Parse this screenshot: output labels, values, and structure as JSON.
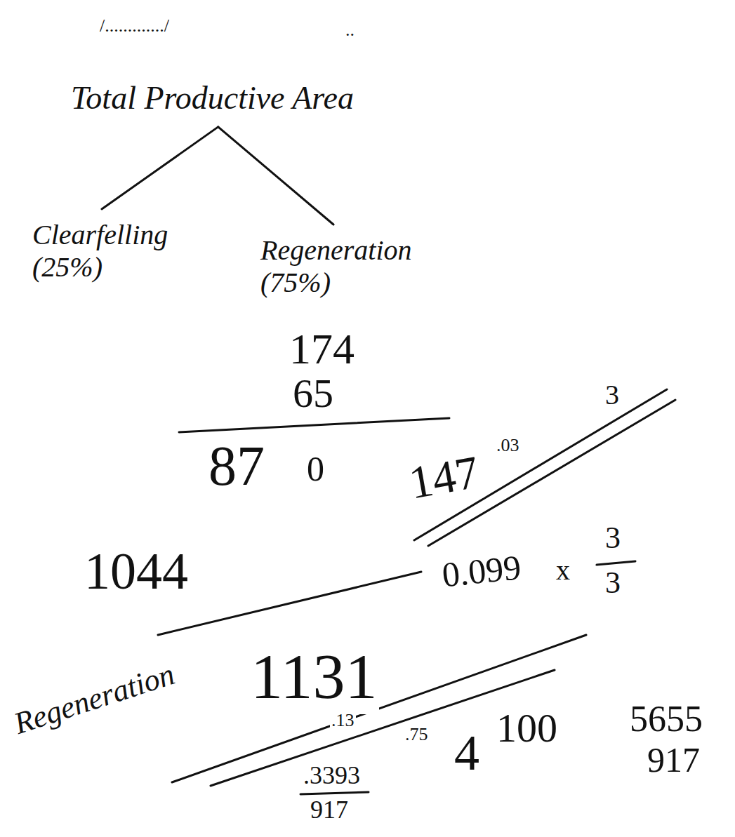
{
  "diagram": {
    "nodes": [
      {
        "text": [
          "Total Productive Area"
        ]
      },
      {
        "text": [
          "Clearfelling (25%)"
        ]
      },
      {
        "text": [
          "Regeneration (75%)"
        ]
      }
    ],
    "edges": [
      {
        "from": 0,
        "to": 1,
        "arrow": "none"
      },
      {
        "from": 0,
        "to": 2,
        "arrow": "none"
      }
    ],
    "labels": [
      "/............./",
      "..",
      "174",
      "65",
      "87",
      "0",
      "147",
      ".03",
      "3",
      "1044",
      "0.099",
      "x",
      "3",
      "3",
      "Regeneration",
      "1131",
      ".13",
      ".75",
      "4",
      "100",
      ".3393",
      "917",
      "5655",
      "917"
    ]
  }
}
